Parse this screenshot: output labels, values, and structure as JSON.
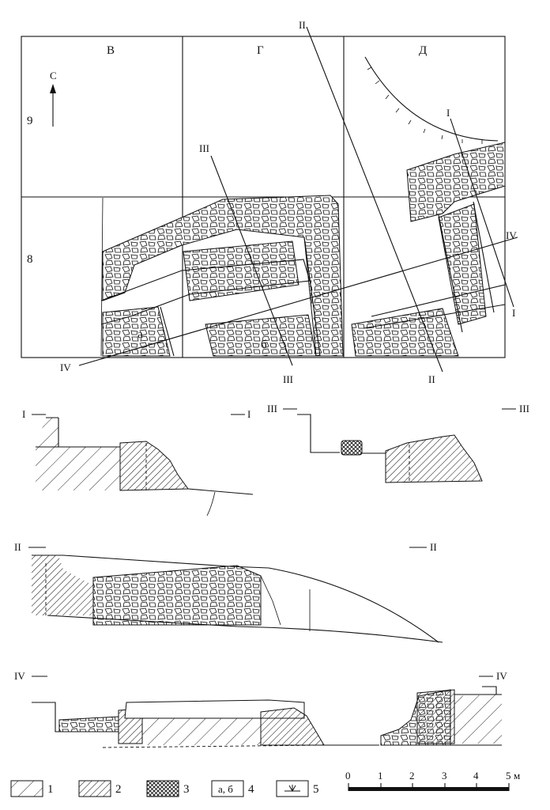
{
  "plan": {
    "columns": [
      "В",
      "Г",
      "Д"
    ],
    "rows": [
      "9",
      "8"
    ],
    "north_label": "С",
    "section_markers": {
      "I": [
        "I",
        "I"
      ],
      "II": [
        "II",
        "II"
      ],
      "III": [
        "III",
        "III"
      ],
      "IV": [
        "IV",
        "IV"
      ]
    },
    "room_labels": [
      "а",
      "б"
    ]
  },
  "sections": {
    "I": {
      "left": "I",
      "right": "I"
    },
    "III": {
      "left": "III",
      "right": "III"
    },
    "II": {
      "left": "II",
      "right": "II"
    },
    "IV": {
      "left": "IV",
      "right": "IV"
    }
  },
  "legend": [
    {
      "num": "1",
      "swatch": "hatch-sparse"
    },
    {
      "num": "2",
      "swatch": "hatch-dense"
    },
    {
      "num": "3",
      "swatch": "crosshatch"
    },
    {
      "num": "4",
      "swatch": "text",
      "text": "а, б"
    },
    {
      "num": "5",
      "swatch": "turf"
    }
  ],
  "scale": {
    "ticks": [
      "0",
      "1",
      "2",
      "3",
      "4",
      "5"
    ],
    "unit": "м"
  }
}
